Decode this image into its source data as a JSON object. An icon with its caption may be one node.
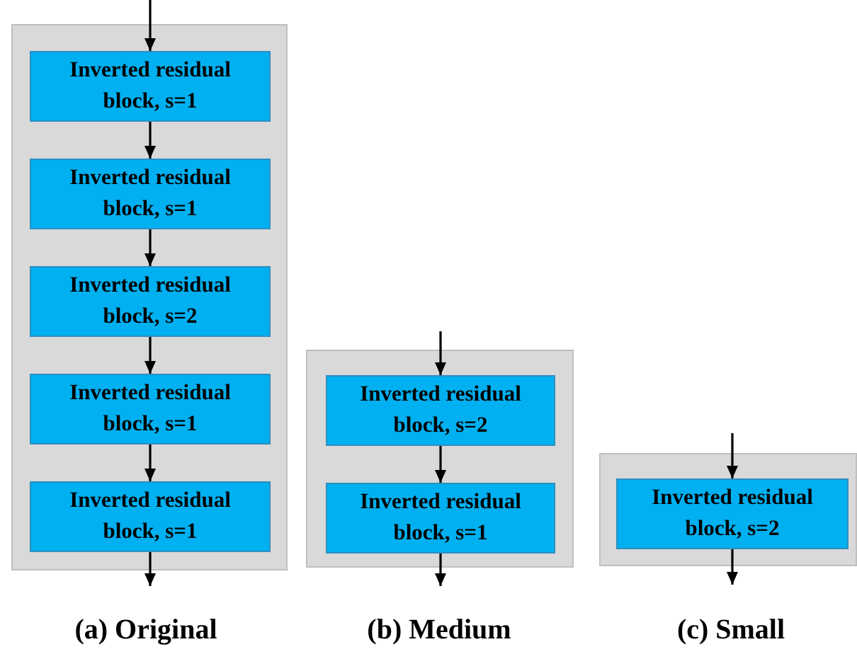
{
  "diagram": {
    "nodes": [
      {
        "text": [],
        "shape": "box"
      },
      {
        "text": [
          "Inverted residual block, s=1"
        ],
        "in": 0
      },
      {
        "text": [
          "Inverted residual block, s=1"
        ],
        "in": 0
      },
      {
        "text": [
          "Inverted residual block, s=2"
        ],
        "in": 0
      },
      {
        "text": [
          "Inverted residual block, s=1"
        ],
        "in": 0
      },
      {
        "text": [
          "Inverted residual block, s=1"
        ],
        "in": 0
      },
      {
        "text": [],
        "shape": "box"
      },
      {
        "text": [
          "Inverted residual block, s=2"
        ],
        "in": 6
      },
      {
        "text": [
          "Inverted residual block, s=1"
        ],
        "in": 6
      },
      {
        "text": [],
        "shape": "box"
      },
      {
        "text": [
          "Inverted residual block, s=2"
        ],
        "in": 9
      }
    ],
    "edges": [
      {
        "from": null,
        "to": 1,
        "arrow": "to"
      },
      {
        "from": 1,
        "to": 2,
        "arrow": "to"
      },
      {
        "from": 2,
        "to": 3,
        "arrow": "to"
      },
      {
        "from": 3,
        "to": 4,
        "arrow": "to"
      },
      {
        "from": 4,
        "to": 5,
        "arrow": "to"
      },
      {
        "from": 5,
        "to": null,
        "arrow": "to"
      },
      {
        "from": null,
        "to": 7,
        "arrow": "to"
      },
      {
        "from": 7,
        "to": 8,
        "arrow": "to"
      },
      {
        "from": 8,
        "to": null,
        "arrow": "to"
      },
      {
        "from": null,
        "to": 10,
        "arrow": "to"
      },
      {
        "from": 10,
        "to": null,
        "arrow": "to"
      }
    ],
    "labels": [
      "(a) Original",
      "(b) Medium",
      "(c) Small"
    ]
  }
}
